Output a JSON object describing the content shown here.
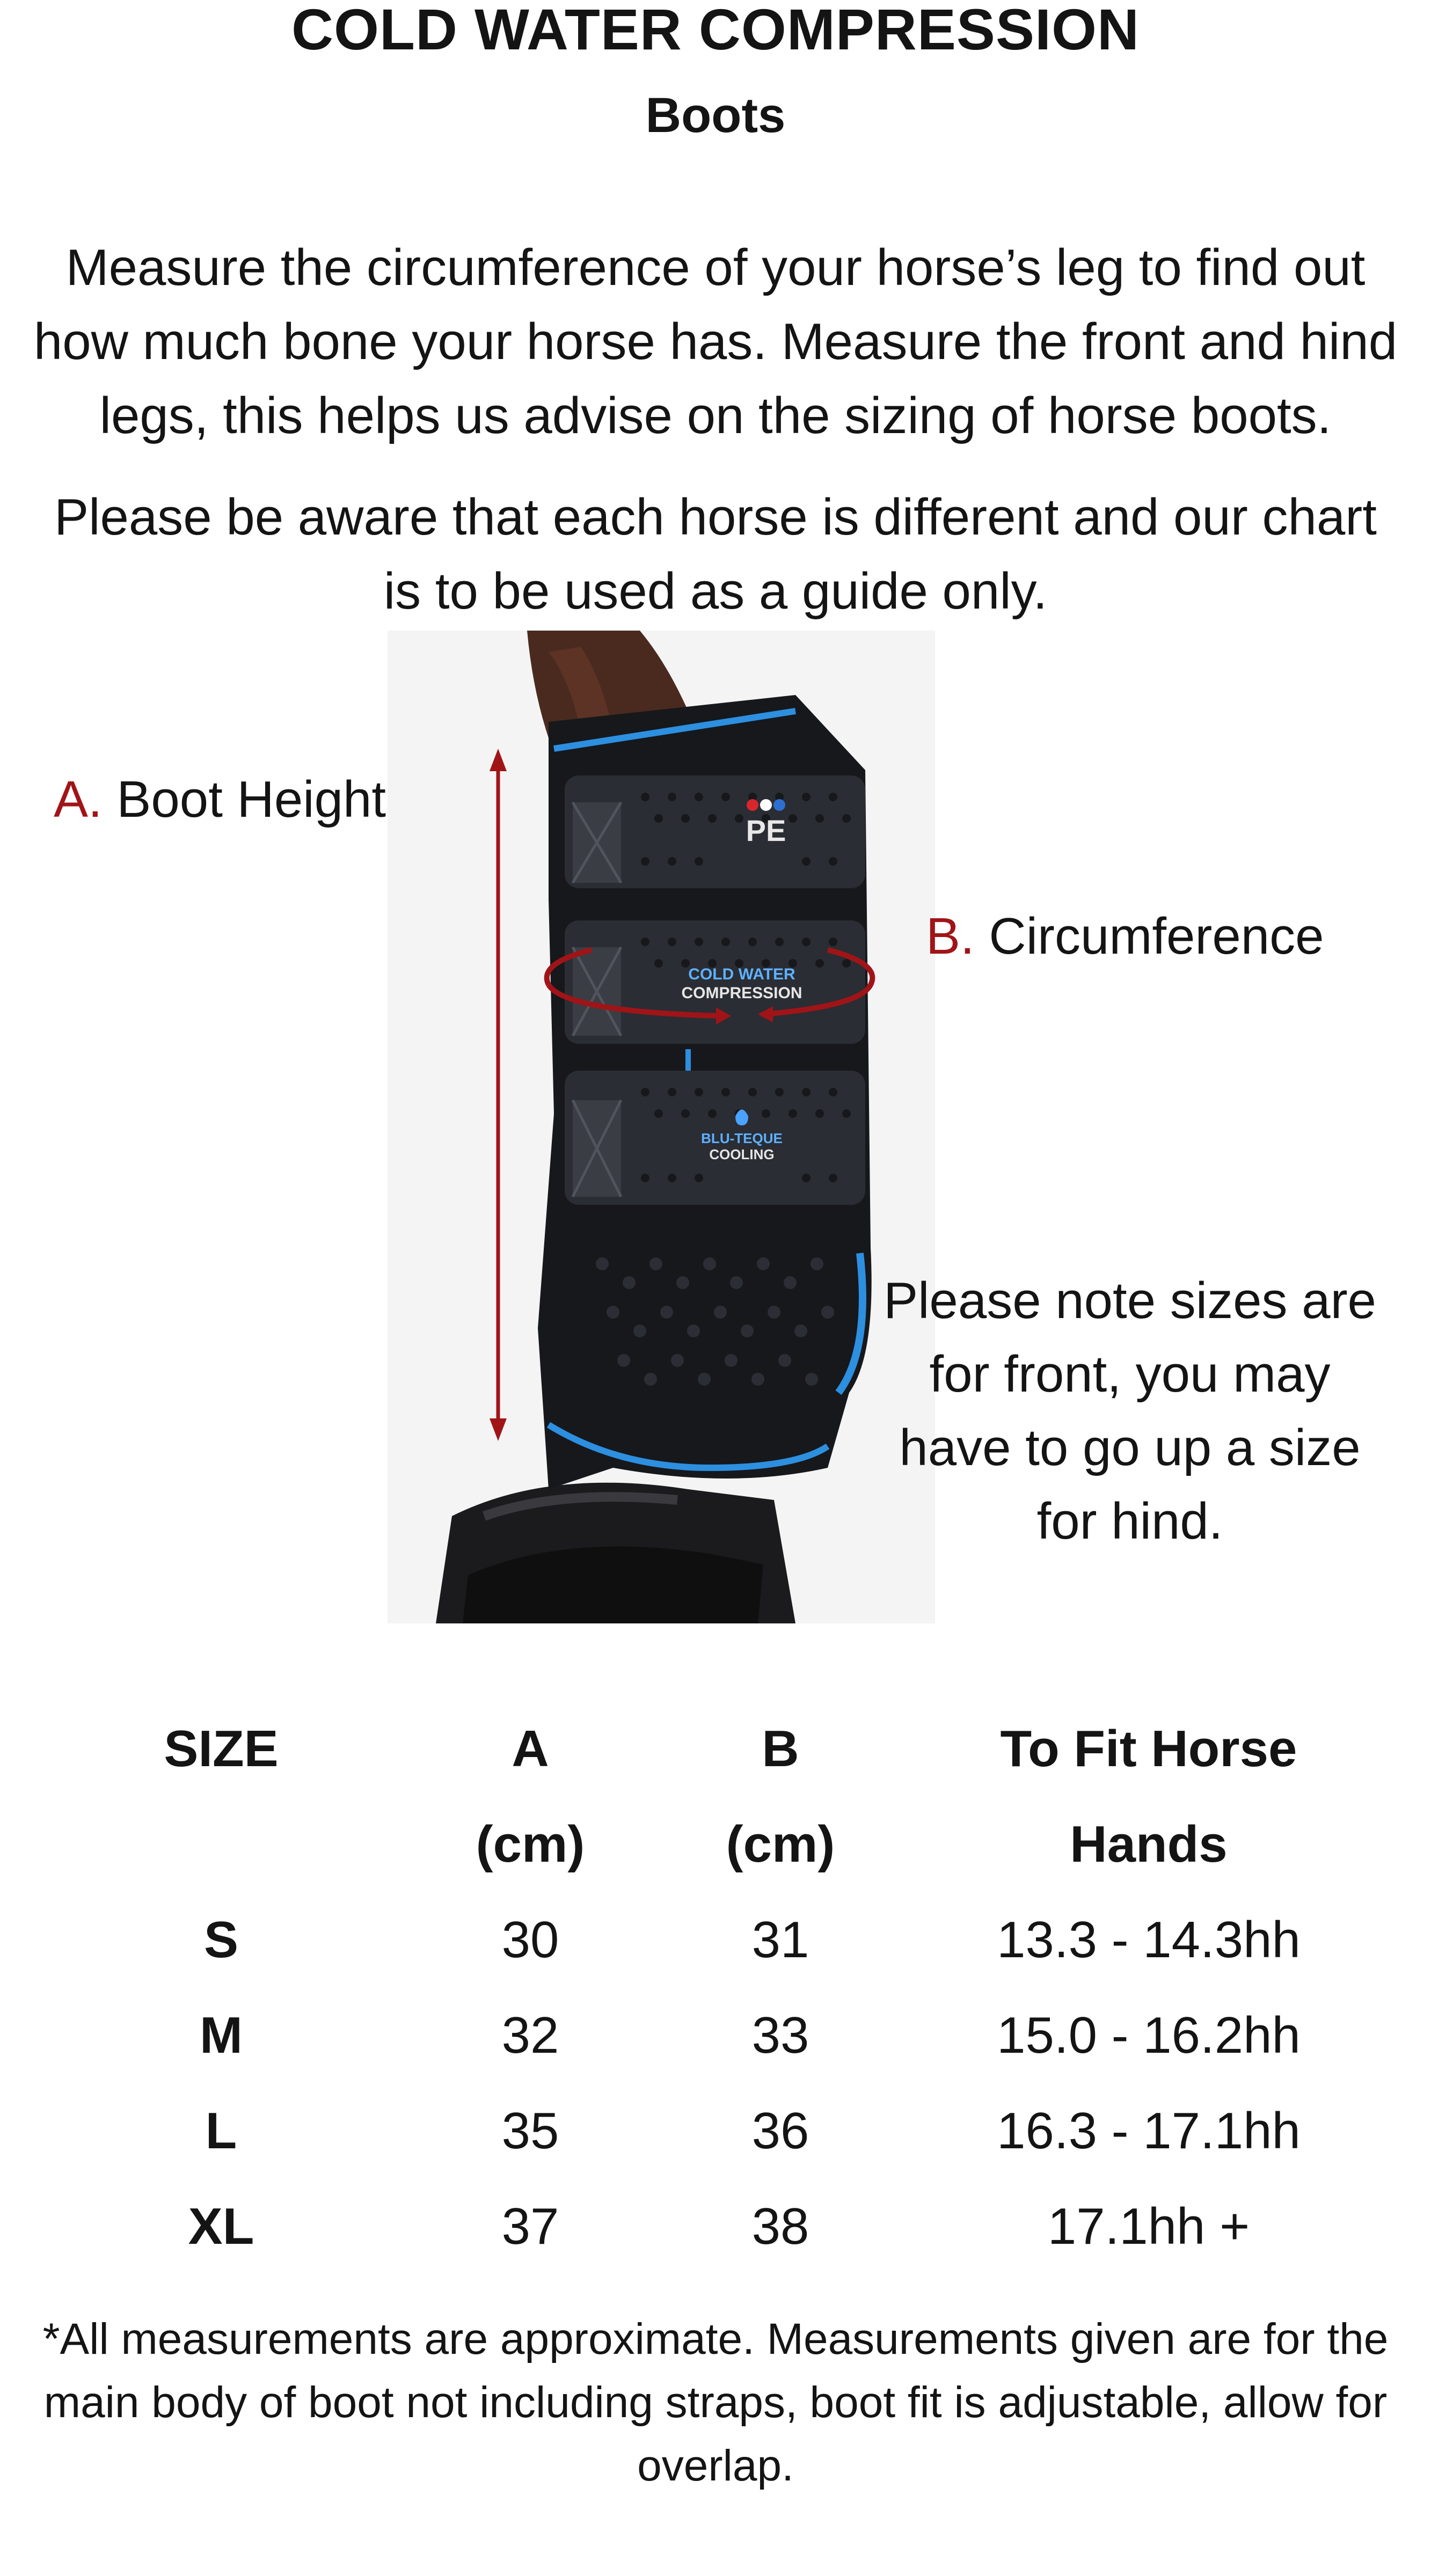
{
  "header": {
    "title": "COLD WATER COMPRESSION",
    "subtitle": "Boots"
  },
  "intro": "Measure the circumference of your horse’s leg to find out how much bone your horse has. Measure the front and hind legs, this helps us advise on the sizing of horse boots.",
  "guide_note": "Please be aware that each horse is different and our chart is to be used as a guide only.",
  "diagram": {
    "label_a_letter": "A.",
    "label_a_text": "Boot Height",
    "label_b_letter": "B.",
    "label_b_text": "Circumference",
    "boot_brand_mark": "PE",
    "boot_text_1": "COLD WATER",
    "boot_text_2": "COMPRESSION",
    "boot_text_3": "BLU-TEQUE",
    "boot_text_4": "COOLING",
    "accent_color": "#a01418",
    "piping_color": "#2d8fe0"
  },
  "size_note": "Please note sizes are for front, you may have to go up a size for hind.",
  "table": {
    "headers": [
      {
        "line1": "SIZE",
        "line2": ""
      },
      {
        "line1": "A",
        "line2": "(cm)"
      },
      {
        "line1": "B",
        "line2": "(cm)"
      },
      {
        "line1": "To Fit Horse",
        "line2": "Hands"
      }
    ],
    "rows": [
      {
        "size": "S",
        "a": "30",
        "b": "31",
        "fit": "13.3 - 14.3hh"
      },
      {
        "size": "M",
        "a": "32",
        "b": "33",
        "fit": "15.0 - 16.2hh"
      },
      {
        "size": "L",
        "a": "35",
        "b": "36",
        "fit": "16.3 - 17.1hh"
      },
      {
        "size": "XL",
        "a": "37",
        "b": "38",
        "fit": "17.1hh +"
      }
    ]
  },
  "footnote": "*All measurements are approximate. Measurements given are for the main body of boot not including straps, boot fit is adjustable, allow for overlap."
}
